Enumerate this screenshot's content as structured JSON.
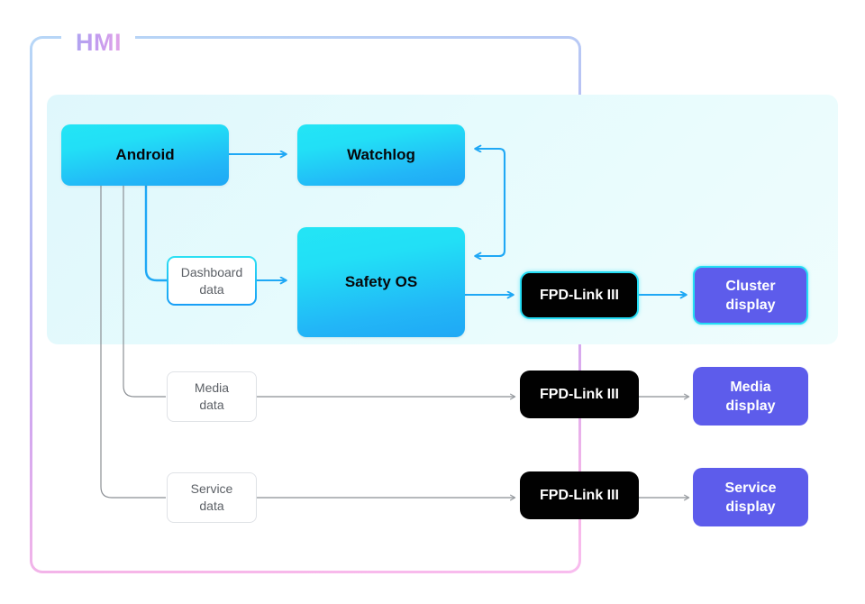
{
  "diagram": {
    "title": "HMI",
    "group_label": "HMI",
    "colors": {
      "accent_cyan": "#22dff6",
      "accent_blue": "#1fa8f5",
      "display_purple": "#5d5ceb",
      "black_box": "#010101",
      "panel_bg": "#e6fbfd",
      "group_border_start": "#b7d7f7",
      "group_border_end": "#f8bdef",
      "wire_gray": "#8b8f94",
      "wire_blue": "#1fa8f5",
      "data_text": "#5c6066"
    },
    "nodes": {
      "android": {
        "label": "Android",
        "kind": "cyan-block"
      },
      "watchlog": {
        "label": "Watchlog",
        "kind": "cyan-block"
      },
      "safety_os": {
        "label": "Safety OS",
        "kind": "cyan-block"
      },
      "dashboard_data": {
        "line1": "Dashboard",
        "line2": "data",
        "kind": "data-box-accent"
      },
      "media_data": {
        "line1": "Media",
        "line2": "data",
        "kind": "data-box-plain"
      },
      "service_data": {
        "line1": "Service",
        "line2": "data",
        "kind": "data-box-plain"
      },
      "fpd_link_1": {
        "label": "FPD-Link III",
        "kind": "black-box-highlight"
      },
      "fpd_link_2": {
        "label": "FPD-Link III",
        "kind": "black-box"
      },
      "fpd_link_3": {
        "label": "FPD-Link III",
        "kind": "black-box"
      },
      "cluster_display": {
        "line1": "Cluster",
        "line2": "display",
        "kind": "purple-box-highlight"
      },
      "media_display": {
        "line1": "Media",
        "line2": "display",
        "kind": "purple-box"
      },
      "service_display": {
        "line1": "Service",
        "line2": "display",
        "kind": "purple-box"
      }
    },
    "edges": [
      {
        "from": "android",
        "to": "watchlog",
        "style": "blue-arrow"
      },
      {
        "from": "watchlog",
        "to": "safety_os",
        "style": "blue-arrow-loop-right"
      },
      {
        "from": "android",
        "to": "dashboard_data",
        "style": "blue-line-elbow"
      },
      {
        "from": "dashboard_data",
        "to": "safety_os",
        "style": "blue-arrow"
      },
      {
        "from": "safety_os",
        "to": "fpd_link_1",
        "style": "blue-arrow"
      },
      {
        "from": "fpd_link_1",
        "to": "cluster_display",
        "style": "blue-arrow"
      },
      {
        "from": "android",
        "to": "media_data",
        "style": "gray-line-elbow"
      },
      {
        "from": "media_data",
        "to": "fpd_link_2",
        "style": "gray-arrow"
      },
      {
        "from": "fpd_link_2",
        "to": "media_display",
        "style": "gray-arrow"
      },
      {
        "from": "android",
        "to": "service_data",
        "style": "gray-line-elbow"
      },
      {
        "from": "service_data",
        "to": "fpd_link_3",
        "style": "gray-arrow"
      },
      {
        "from": "fpd_link_3",
        "to": "service_display",
        "style": "gray-arrow"
      }
    ]
  }
}
